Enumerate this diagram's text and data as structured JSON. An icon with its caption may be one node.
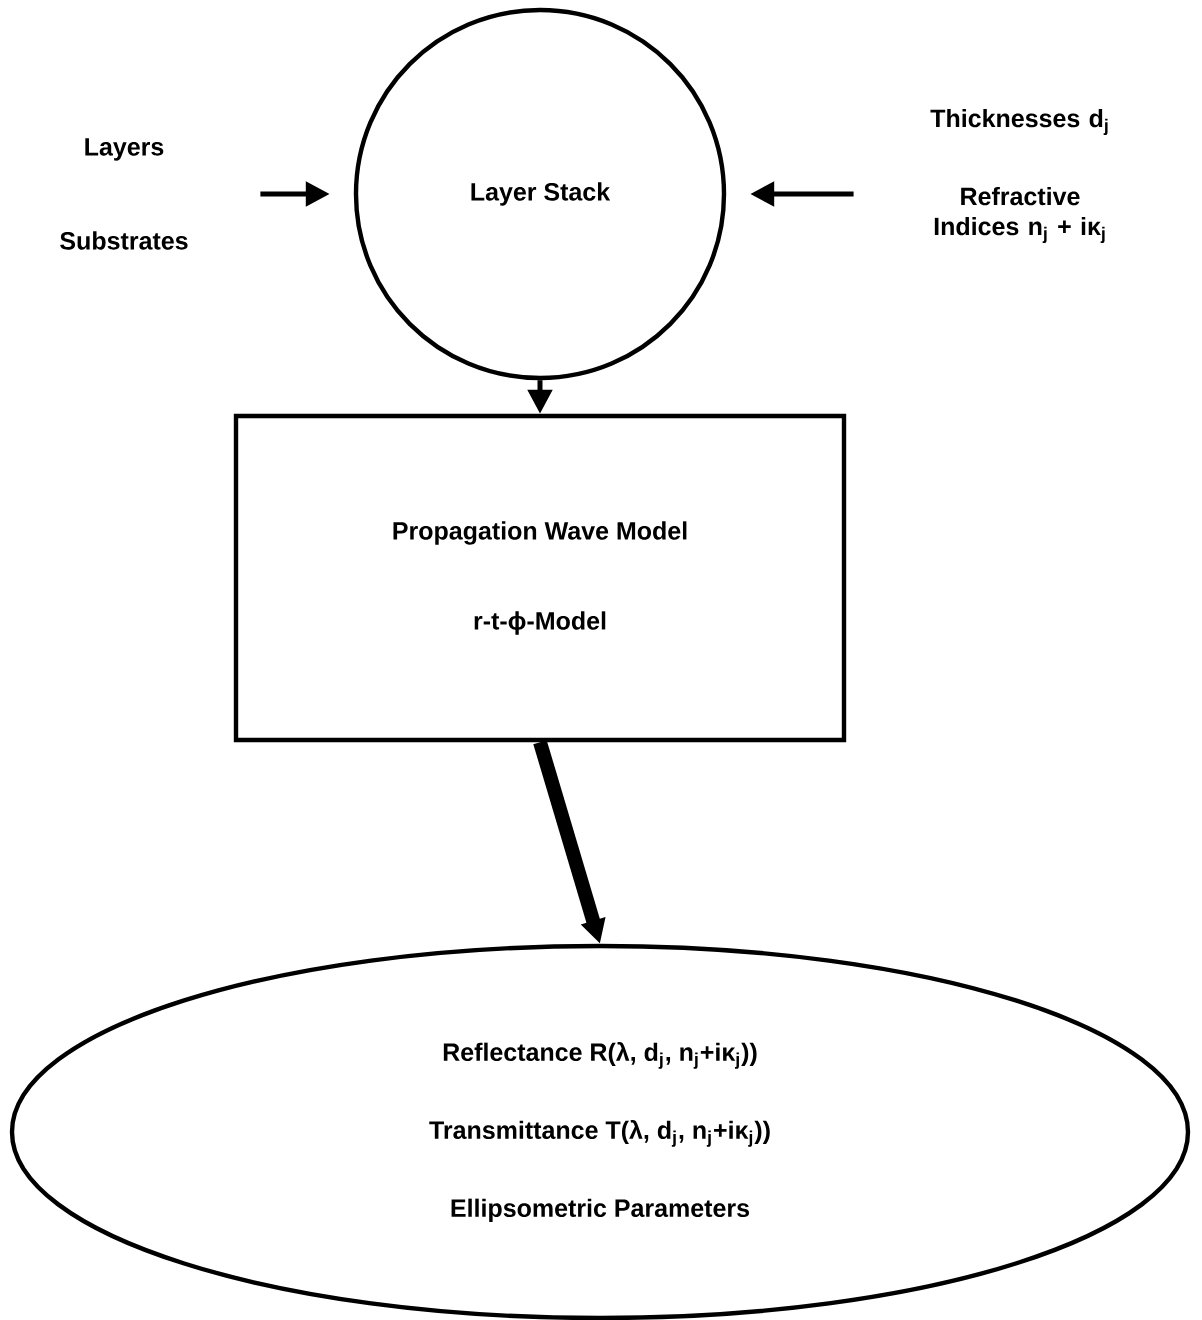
{
  "diagram": {
    "nodes": [
      {
        "text": [
          "Layers",
          "Substrates"
        ]
      },
      {
        "text": [
          "Layer Stack"
        ]
      },
      {
        "text": [
          "Thicknesses d$_{j}$",
          "Refractive Indices n$_{j}$ + iκ$_{j}$"
        ]
      },
      {
        "text": [
          "Propagation Wave Model",
          "r-t-ϕ-Model"
        ]
      },
      {
        "text": [
          "Reflectance R(λ, d$_{j}$, n$_{j}$+iκ$_{j}$))",
          "Transmittance T(λ, d$_{j}$, n$_{j}$+iκ$_{j}$))",
          "Ellipsometric Parameters"
        ]
      }
    ],
    "edges": [
      {
        "from": 0,
        "to": 1,
        "arrow": "to"
      },
      {
        "from": 2,
        "to": 1,
        "arrow": "to"
      },
      {
        "from": 1,
        "to": 3,
        "arrow": "to"
      },
      {
        "from": 3,
        "to": 4,
        "arrow": "to",
        "style": "thick"
      }
    ]
  }
}
